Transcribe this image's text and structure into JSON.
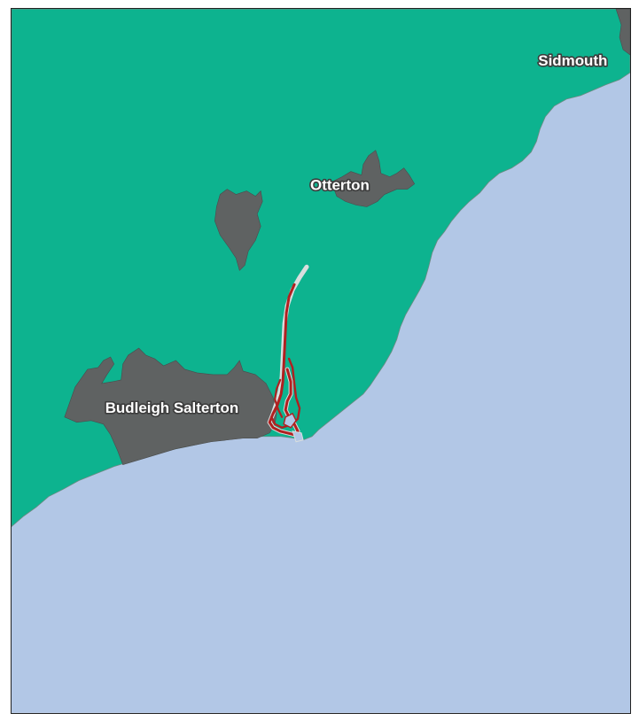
{
  "map": {
    "colors": {
      "land": "#0db38f",
      "sea": "#b2c7e6",
      "urban": "#5f6262",
      "route": "#b02020",
      "route_outline": "#d9dede",
      "border": "#222222"
    },
    "places": [
      {
        "id": "sidmouth",
        "name": "Sidmouth"
      },
      {
        "id": "otterton",
        "name": "Otterton"
      },
      {
        "id": "budleigh-salterton",
        "name": "Budleigh Salterton"
      }
    ],
    "route": {
      "description": "highlighted path near the River Otter"
    }
  }
}
